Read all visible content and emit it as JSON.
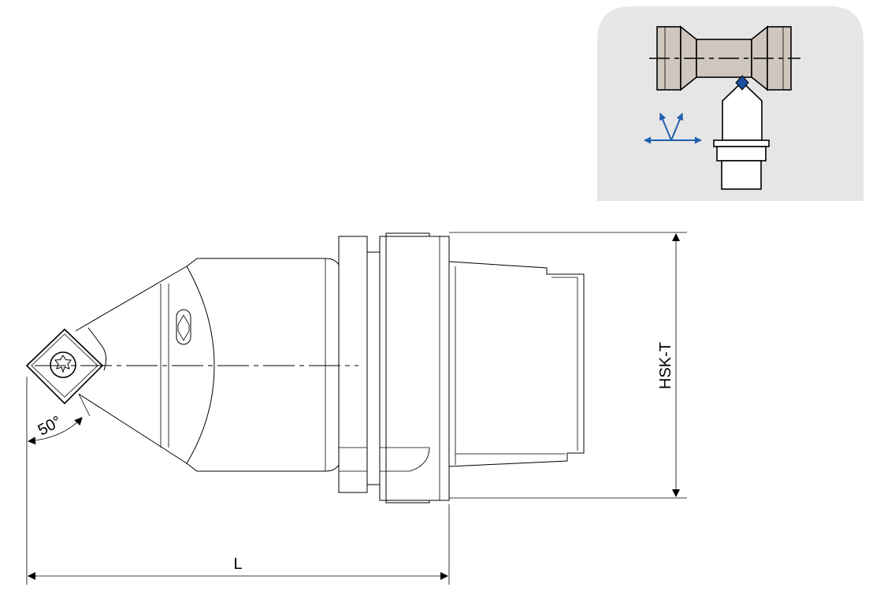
{
  "dimensions": {
    "length_label": "L",
    "height_label": "HSK-T",
    "angle_label": "50°"
  },
  "colors": {
    "inset_background": "#e6e6e6",
    "workpiece_fill": "#cfc6bd",
    "insert_accent": "#1c4fa0",
    "motion_arrows": "#1f5fb0",
    "outline": "#000000"
  },
  "icons": {
    "inset": "turning-operation-icon",
    "insert": "torx-screw-icon"
  }
}
